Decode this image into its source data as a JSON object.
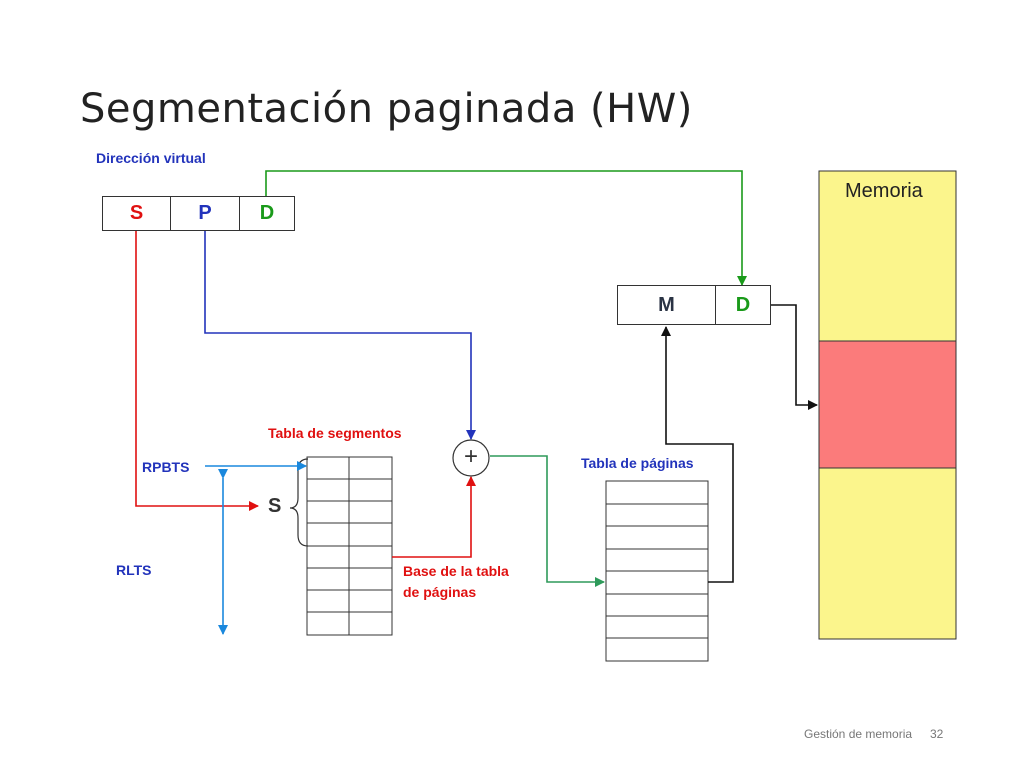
{
  "title": "Segmentación paginada (HW)",
  "virtual_address": {
    "label": "Dirección virtual",
    "fields": [
      "S",
      "P",
      "D"
    ]
  },
  "physical_address": {
    "fields": [
      "M",
      "D"
    ]
  },
  "memory": {
    "label": "Memoria"
  },
  "segment_table": {
    "label": "Tabla de segmentos",
    "index_label": "S"
  },
  "page_table": {
    "label": "Tabla de páginas"
  },
  "registers": {
    "rpbts": "RPBTS",
    "rlts": "RLTS"
  },
  "adder": {
    "symbol": "+"
  },
  "base_label": {
    "line1": "Base de la tabla",
    "line2": "de páginas"
  },
  "footer": {
    "text": "Gestión de memoria",
    "page": "32"
  },
  "colors": {
    "segment": "#e01010",
    "page": "#2233bb",
    "offset": "#1a9a1a",
    "register": "#1a88dd",
    "pagetable_link": "#2e9a5a",
    "memory_bg": "#fbf58c",
    "memory_frame": "#fb7b7b"
  }
}
